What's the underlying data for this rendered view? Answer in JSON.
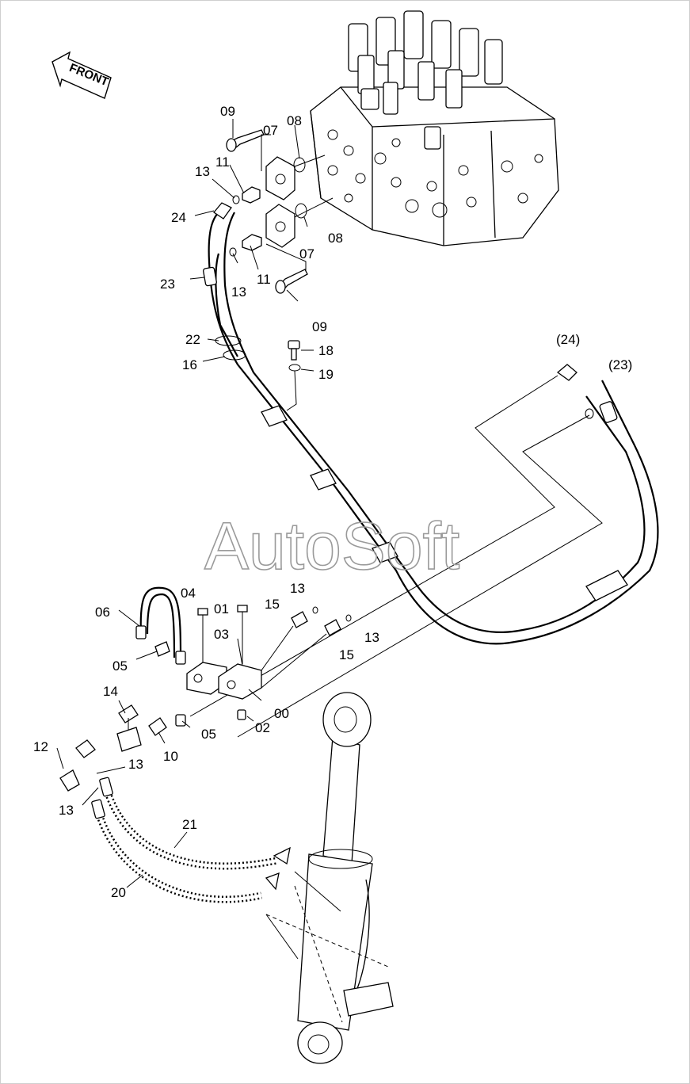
{
  "watermark": "AutoSoft",
  "direction_marker": {
    "label": "FRONT",
    "icon": "front-arrow-icon"
  },
  "part_labels": {
    "p00": "00",
    "p01": "01",
    "p02": "02",
    "p03": "03",
    "p04": "04",
    "p05a": "05",
    "p05b": "05",
    "p06": "06",
    "p07a": "07",
    "p07b": "07",
    "p08a": "08",
    "p08b": "08",
    "p09a": "09",
    "p09b": "09",
    "p10": "10",
    "p11a": "11",
    "p11b": "11",
    "p12": "12",
    "p13a": "13",
    "p13b": "13",
    "p13c": "13",
    "p13d": "13",
    "p13e": "13",
    "p13f": "13",
    "p14": "14",
    "p15a": "15",
    "p15b": "15",
    "p16": "16",
    "p18": "18",
    "p19": "19",
    "p20": "20",
    "p21": "21",
    "p22": "22",
    "p23": "23",
    "p23ref": "(23)",
    "p24": "24",
    "p24ref": "(24)"
  },
  "colors": {
    "line": "#000000",
    "watermark": "#9a9a9a",
    "background": "#ffffff"
  }
}
